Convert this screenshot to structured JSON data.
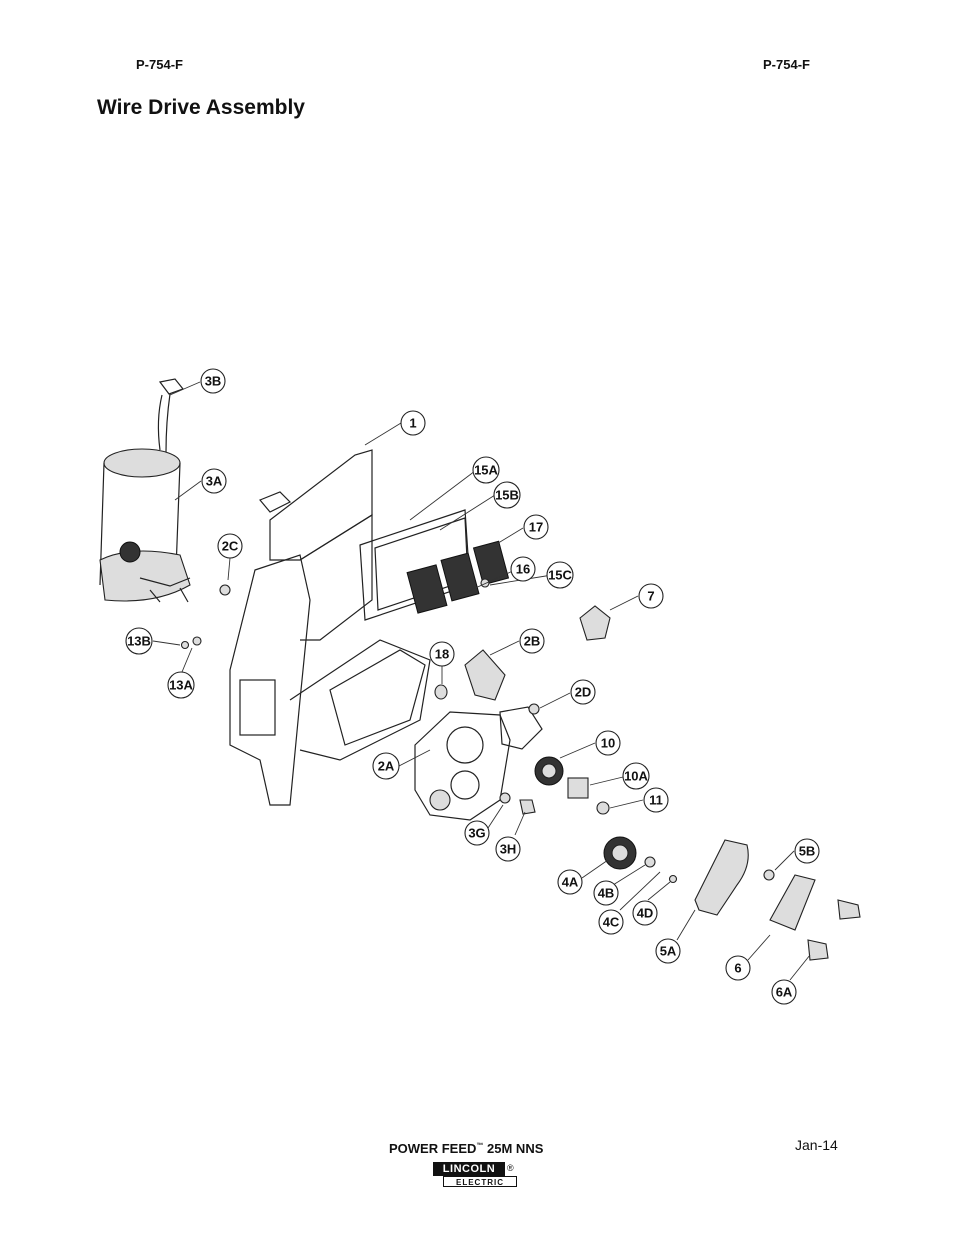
{
  "header": {
    "left_code": "P-754-F",
    "right_code": "P-754-F"
  },
  "title": "Wire Drive Assembly",
  "callouts": [
    {
      "label": "3B"
    },
    {
      "label": "1"
    },
    {
      "label": "3A"
    },
    {
      "label": "15A"
    },
    {
      "label": "15B"
    },
    {
      "label": "2C"
    },
    {
      "label": "17"
    },
    {
      "label": "16"
    },
    {
      "label": "15C"
    },
    {
      "label": "7"
    },
    {
      "label": "13B"
    },
    {
      "label": "2B"
    },
    {
      "label": "18"
    },
    {
      "label": "13A"
    },
    {
      "label": "2D"
    },
    {
      "label": "10"
    },
    {
      "label": "2A"
    },
    {
      "label": "10A"
    },
    {
      "label": "11"
    },
    {
      "label": "3G"
    },
    {
      "label": "3H"
    },
    {
      "label": "5B"
    },
    {
      "label": "4A"
    },
    {
      "label": "4B"
    },
    {
      "label": "4D"
    },
    {
      "label": "4C"
    },
    {
      "label": "5A"
    },
    {
      "label": "6"
    },
    {
      "label": "6A"
    }
  ],
  "footer": {
    "product": "POWER FEED",
    "trademark": "™",
    "model": "25M NNS",
    "date": "Jan-14",
    "logo_top": "LINCOLN",
    "logo_mark": "®",
    "logo_bottom": "ELECTRIC"
  }
}
